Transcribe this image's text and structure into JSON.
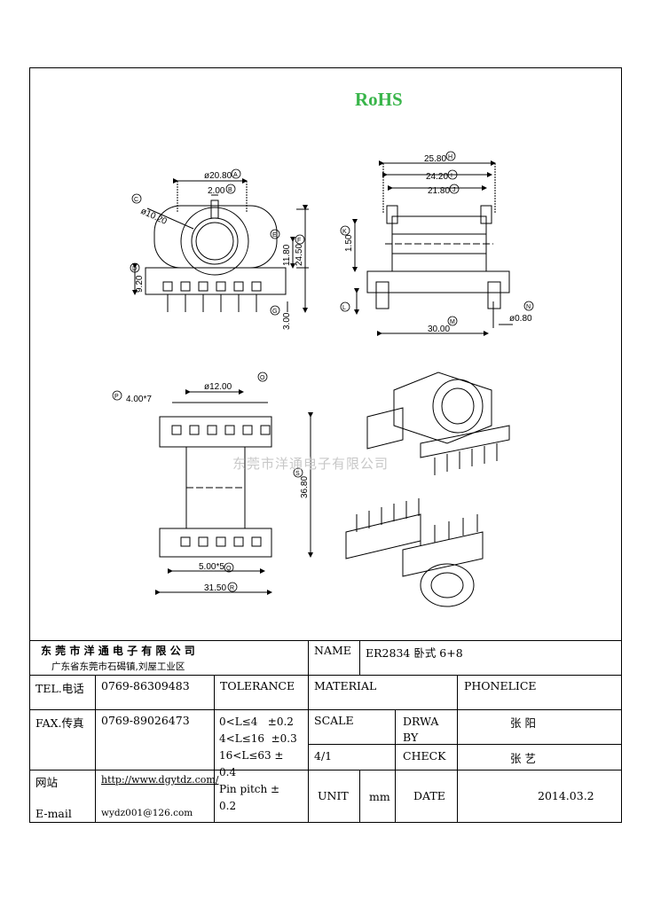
{
  "header": {
    "rohs": "RoHS"
  },
  "watermark": "东莞市洋通电子有限公司",
  "dimensions": {
    "A": "A",
    "B": "B",
    "C": "C",
    "D": "D",
    "E": "E",
    "F": "F",
    "G": "G",
    "H": "H",
    "I": "I",
    "J": "J",
    "K": "K",
    "L": "L",
    "M": "M",
    "N": "N",
    "O": "O",
    "P": "P",
    "Q": "Q",
    "R": "R",
    "S": "S",
    "d_20_80": "ø20.80",
    "d_2_00": "2.00",
    "d_10_20": "ø10.20",
    "d_9_20": "9.20",
    "d_11_80": "11.80",
    "d_24_50": "24.50",
    "d_3_00": "3.00",
    "d_25_80": "25.80",
    "d_24_20": "24.20",
    "d_21_80": "21.80",
    "d_1_50": "1.50",
    "d_30_00": "30.00",
    "d_0_80": "ø0.80",
    "d_4_00x7": "4.00*7",
    "d_12_00": "ø12.00",
    "d_36_80": "36.80",
    "d_5_00x5": "5.00*5",
    "d_31_50": "31.50"
  },
  "titleblock": {
    "company": "东 莞 市 洋 通 电 子 有 限 公 司",
    "address": "广东省东莞市石碣镇,刘屋工业区",
    "name_label": "NAME",
    "name_value": "ER2834 卧式 6+8",
    "tel_label": "TEL.电话",
    "tel_value": "0769-86309483",
    "tolerance_label": "TOLERANCE",
    "material_label": "MATERIAL",
    "material_value": "PHONELICE",
    "fax_label": "FAX.传真",
    "fax_value": "0769-89026473",
    "tol_line1": "0<L≤4   ±0.2",
    "tol_line2": "4<L≤16  ±0.3",
    "tol_line3": "16<L≤63 ±",
    "tol_line4": "0.4",
    "tol_line5": "Pin pitch ±",
    "tol_line6": "0.2",
    "scale_label": "SCALE",
    "scale_value": "4/1",
    "drawn_label_1": "DRWA",
    "drawn_label_2": "BY",
    "drawn_value": "张 阳",
    "check_label": "CHECK",
    "check_value": "张 艺",
    "web_label": "网站",
    "web_value": "http://www.dgytdz.com/",
    "email_label": "E-mail",
    "email_value": "wydz001@126.com",
    "unit_label": "UNIT",
    "unit_value": "mm",
    "date_label": "DATE",
    "date_value": "2014.03.2"
  }
}
